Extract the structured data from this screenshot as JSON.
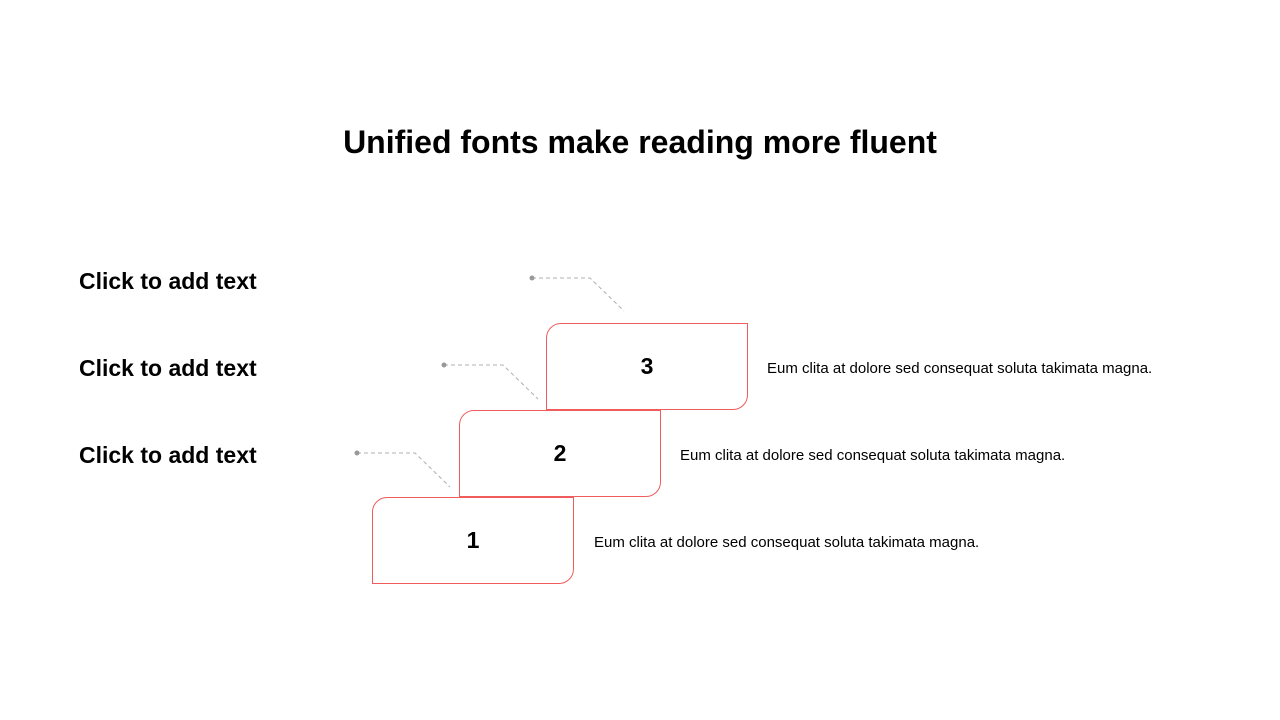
{
  "title": "Unified fonts make reading more fluent",
  "left_labels": [
    "Click to add text",
    "Click to add text",
    "Click to add text"
  ],
  "steps": [
    {
      "number": "1",
      "description": "Eum clita at dolore sed consequat soluta takimata magna."
    },
    {
      "number": "2",
      "description": "Eum clita at dolore sed consequat soluta takimata magna."
    },
    {
      "number": "3",
      "description": "Eum clita at dolore sed consequat soluta takimata magna."
    }
  ],
  "colors": {
    "accent": "#f05c5c",
    "connector": "#a0a0a0"
  }
}
